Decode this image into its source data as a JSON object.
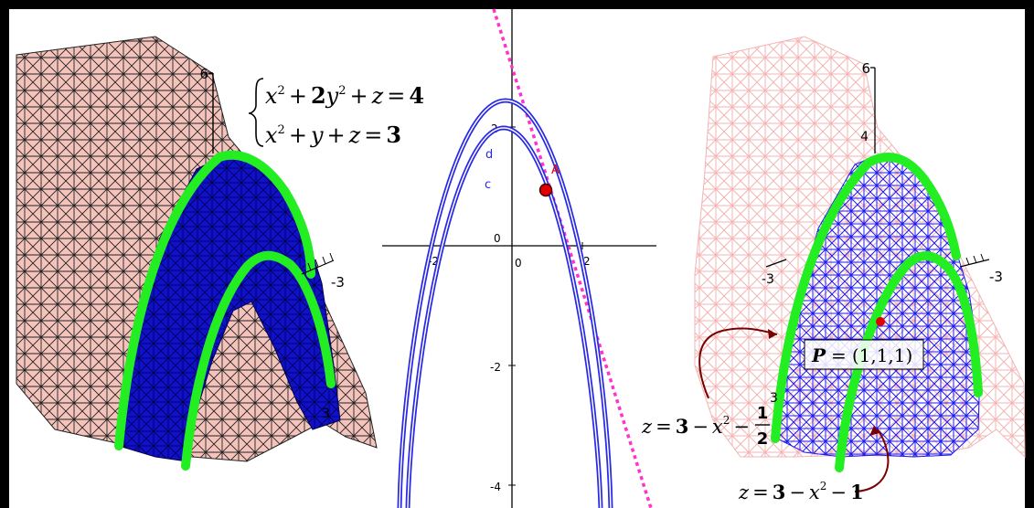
{
  "colors": {
    "frame": "#000000",
    "surface_pink": "#f4c4bc",
    "surface_pink_light": "#f7c8c8",
    "surface_blue": "#1010c8",
    "wire_blue": "#1c1cf0",
    "curve_green": "#22ee22",
    "parabola_blue": "#2a2ae6",
    "tangent_magenta": "#ff33cc",
    "point_red": "#e00000",
    "arrow_dark_red": "#7a0000"
  },
  "left_plot": {
    "axis_top_label": "6",
    "axis_right_label": "-3",
    "axis_bottom_label": "3",
    "system": {
      "eq1": {
        "a": "x",
        "b": "+",
        "c": "2",
        "d": "y",
        "e": "+",
        "f": "z",
        "g": "=",
        "h": "4",
        "exp": "2"
      },
      "eq2": {
        "a": "x",
        "b": "+",
        "c": "y",
        "d": "+",
        "e": "z",
        "f": "=",
        "g": "3",
        "exp": "2"
      }
    }
  },
  "middle_plot": {
    "x_ticks": [
      "-2",
      "0",
      "2"
    ],
    "y_ticks": [
      "2",
      "0",
      "-2",
      "-4"
    ],
    "curve_label_d": "d",
    "curve_label_c": "c",
    "point_label": "A"
  },
  "right_plot": {
    "axis_top_label": "6",
    "axis_4_label": "4",
    "axis_left_label": "-3",
    "axis_right_label": "-3",
    "axis_bottom_left_label": "3",
    "point_label": {
      "p": "P",
      "eq": "=",
      "coords": "(1,1,1)"
    },
    "eq_left": {
      "lhs": "z",
      "eq": "=",
      "c": "3",
      "m": "−",
      "x": "x",
      "exp": "2",
      "m2": "−",
      "num": "1",
      "den": "2"
    },
    "eq_bottom": {
      "lhs": "z",
      "eq": "=",
      "c": "3",
      "m": "−",
      "x": "x",
      "exp": "2",
      "m2": "−",
      "one": "1"
    }
  }
}
